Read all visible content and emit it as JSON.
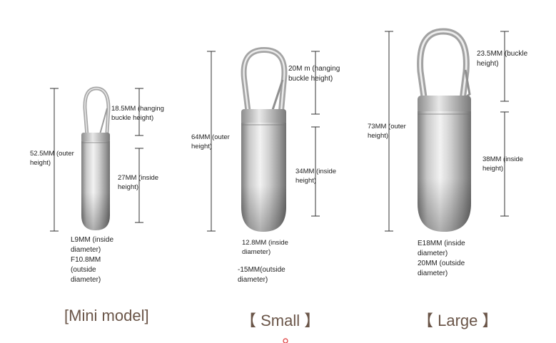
{
  "mini": {
    "outer_height": "52.5MM (outer\nheight)",
    "buckle_height": "18.5MM (hanging\nbuckle height)",
    "inside_height": "27MM (inside\nheight)",
    "diameters": "L9MM (inside\ndiameter)\nF10.8MM\n(outside\ndiameter)",
    "caption": "[Mini model]"
  },
  "small": {
    "outer_height": "64MM (outer\nheight)",
    "buckle_height": "20M m (hanging\nbuckle height)",
    "inside_height": "34MM (inside\nheight)",
    "inside_diameter": "12.8MM (inside\ndiameter)",
    "outside_diameter": "-15MM(outside\ndiameter)",
    "caption": "【 Small 】"
  },
  "large": {
    "outer_height": "73MM (outer\nheight)",
    "buckle_height": "23.5MM (buckle\nheight)",
    "inside_height": "38MM (inside\nheight)",
    "diameters": "E18MM (inside\ndiameter)\n20MM (outside\n diameter)",
    "caption": "【 Large 】"
  },
  "colors": {
    "caption": "#6a5548",
    "steel_light": "#e9e9e9",
    "steel_dark": "#8a8a8a",
    "dimension_line": "#333333"
  }
}
